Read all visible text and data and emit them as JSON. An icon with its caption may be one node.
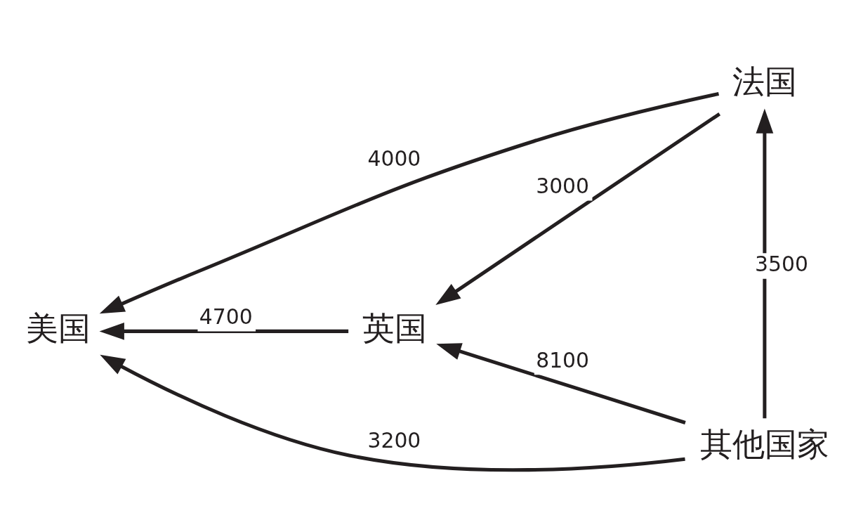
{
  "diagram": {
    "nodes": [
      {
        "text": [
          "法国"
        ]
      },
      {
        "text": [
          "美国"
        ]
      },
      {
        "text": [
          "英国"
        ]
      },
      {
        "text": [
          "其他国家"
        ]
      }
    ],
    "edges": [
      {
        "from": 0,
        "to": 1,
        "arrow": "to",
        "label": "4000"
      },
      {
        "from": 0,
        "to": 2,
        "arrow": "to",
        "label": "3000"
      },
      {
        "from": 2,
        "to": 1,
        "arrow": "to",
        "label": "4700"
      },
      {
        "from": 3,
        "to": 2,
        "arrow": "to",
        "label": "8100"
      },
      {
        "from": 3,
        "to": 1,
        "arrow": "to",
        "label": "3200"
      },
      {
        "from": 3,
        "to": 0,
        "arrow": "to",
        "label": "3500"
      }
    ]
  }
}
